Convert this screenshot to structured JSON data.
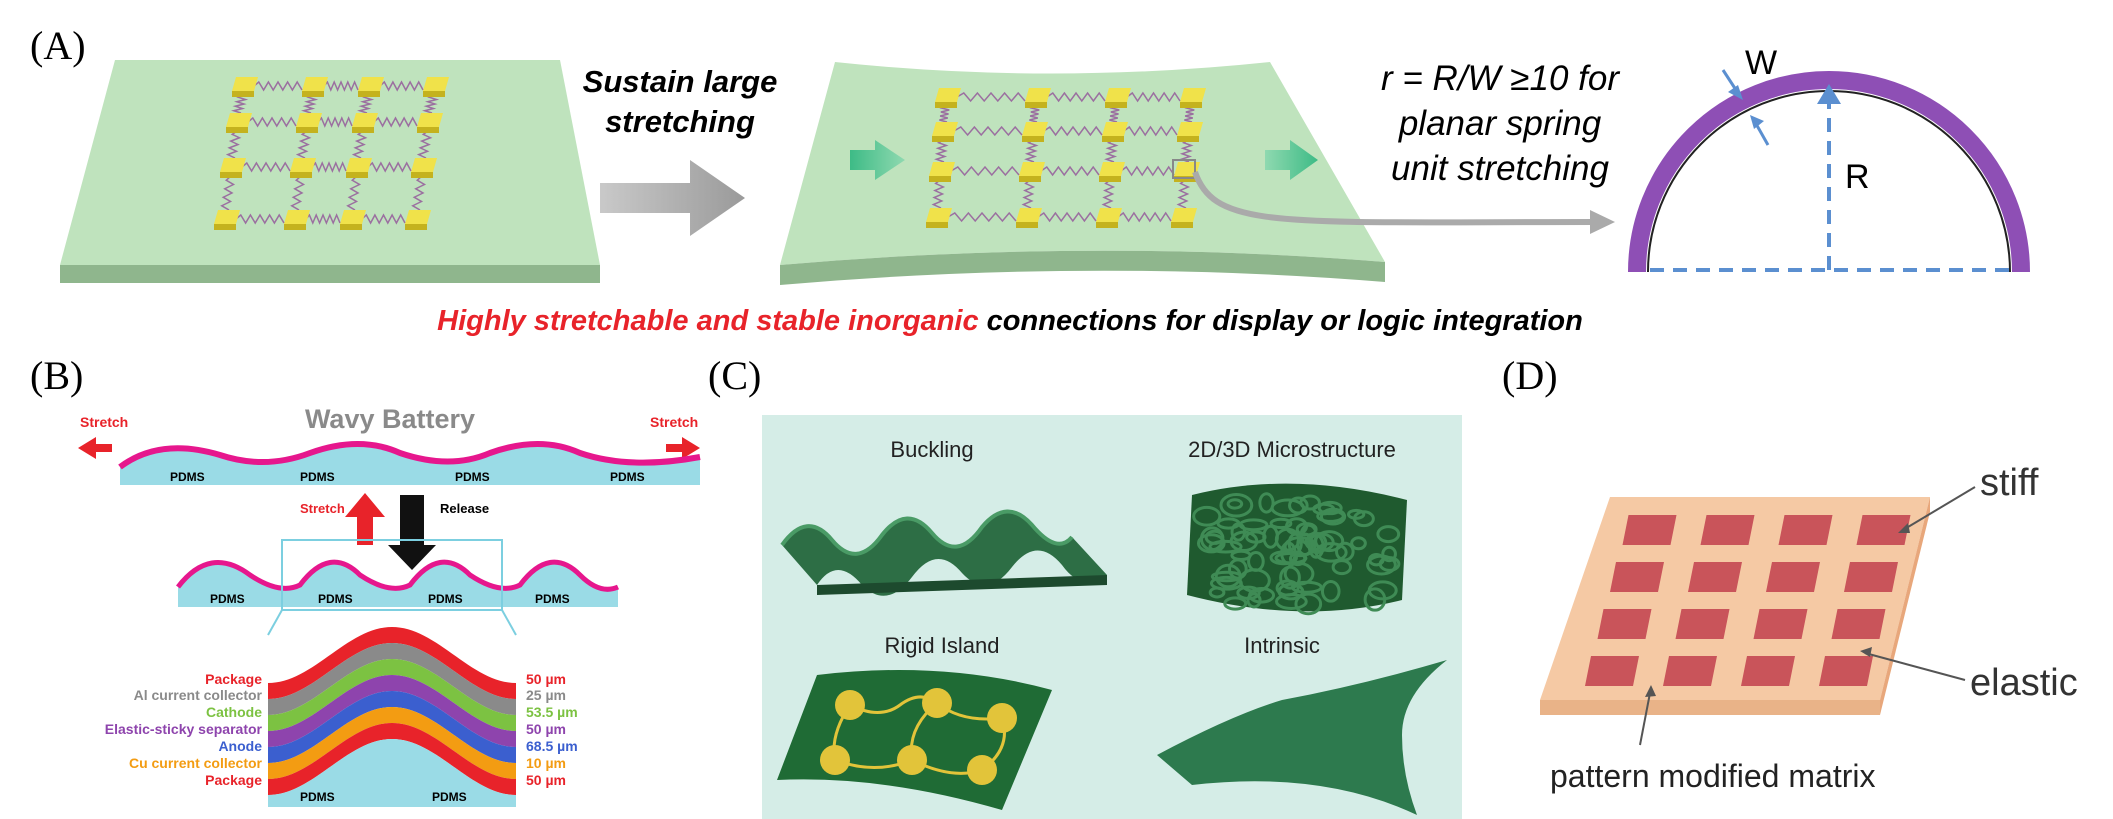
{
  "panels": {
    "a": {
      "label": "(A)",
      "arrow_text_1": "Sustain large",
      "arrow_text_2": "stretching",
      "formula_1": "r = R/W ≥10 for",
      "formula_2": "planar spring",
      "formula_3": "unit stretching",
      "w_label": "W",
      "r_label": "R",
      "caption_red": "Highly stretchable and stable inorganic",
      "caption_black": " connections for display or logic integration"
    },
    "b": {
      "label": "(B)",
      "title": "Wavy Battery",
      "stretch_left": "Stretch",
      "stretch_right": "Stretch",
      "stretch_mid": "Stretch",
      "release": "Release",
      "pdms": "PDMS",
      "layers": [
        {
          "name": "Package",
          "thickness": "50 µm",
          "color": "#e8232a"
        },
        {
          "name": "Al current collector",
          "thickness": "25 µm",
          "color": "#8a8a8a"
        },
        {
          "name": "Cathode",
          "thickness": "53.5 µm",
          "color": "#7cc242"
        },
        {
          "name": "Elastic-sticky separator",
          "thickness": "50 µm",
          "color": "#8e44ad"
        },
        {
          "name": "Anode",
          "thickness": "68.5 µm",
          "color": "#3b5fcf"
        },
        {
          "name": "Cu current collector",
          "thickness": "10 µm",
          "color": "#f39c12"
        },
        {
          "name": "Package",
          "thickness": "50 µm",
          "color": "#e8232a"
        }
      ]
    },
    "c": {
      "label": "(C)",
      "buckling": "Buckling",
      "micro": "2D/3D Microstructure",
      "rigid": "Rigid Island",
      "intrinsic": "Intrinsic"
    },
    "d": {
      "label": "(D)",
      "stiff": "stiff",
      "elastic": "elastic",
      "matrix": "pattern modified matrix"
    }
  }
}
